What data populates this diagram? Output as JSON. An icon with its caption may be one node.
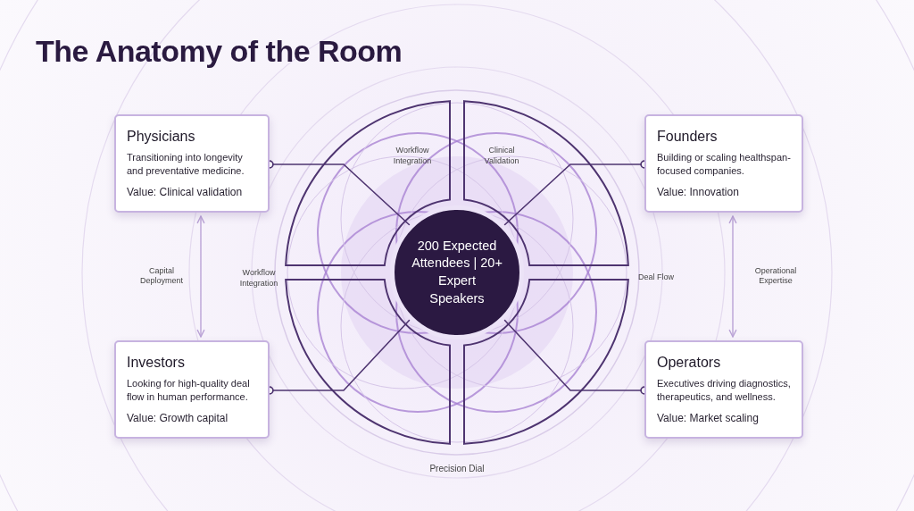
{
  "diagram": {
    "title": "The Anatomy of the Room",
    "nodes": [
      {
        "text": [
          "Physicians",
          "Transitioning into longevity and preventative medicine.",
          "Value: Clinical validation"
        ]
      },
      {
        "text": [
          "Founders",
          "Building or scaling healthspan-focused companies.",
          "Value: Innovation"
        ]
      },
      {
        "text": [
          "Investors",
          "Looking for high-quality deal flow in human performance.",
          "Value: Growth capital"
        ]
      },
      {
        "text": [
          "Operators",
          "Executives driving diagnostics, therapeutics, and wellness.",
          "Value: Market scaling"
        ]
      },
      {
        "text": [
          "200 Expected Attendees | 20+ Expert Speakers"
        ]
      }
    ],
    "edges": [
      {
        "from": 0,
        "to": 4,
        "arrow": "other"
      },
      {
        "from": 1,
        "to": 4,
        "arrow": "other"
      },
      {
        "from": 2,
        "to": 4,
        "arrow": "other"
      },
      {
        "from": 3,
        "to": 4,
        "arrow": "other"
      },
      {
        "from": 0,
        "to": 2,
        "arrow": "both",
        "label": "Capital Deployment",
        "color": "#b9a2d6"
      },
      {
        "from": 1,
        "to": 3,
        "arrow": "both",
        "label": "Operational Expertise",
        "color": "#b9a2d6"
      }
    ],
    "labels": [
      "Workflow Integration",
      "Clinical Validation",
      "Workflow Integration",
      "Deal Flow",
      "Precision Dial"
    ]
  }
}
